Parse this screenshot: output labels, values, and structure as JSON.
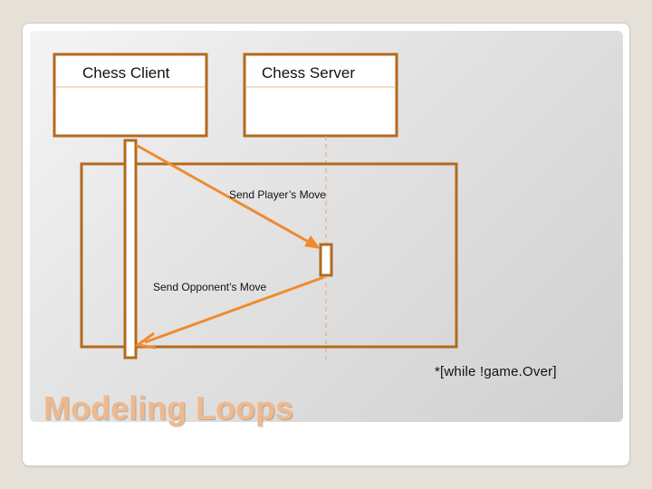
{
  "diagram": {
    "objects": [
      {
        "name": "Chess Client"
      },
      {
        "name": "Chess Server"
      }
    ],
    "messages": [
      {
        "label": "Send  Player’s Move",
        "from": "Chess Client",
        "to": "Chess Server"
      },
      {
        "label": "Send Opponent’s Move",
        "from": "Chess Server",
        "to": "Chess Client"
      }
    ],
    "loop_guard": "*[while !game.Over]"
  },
  "slide": {
    "title": "Modeling Loops"
  },
  "colors": {
    "border": "#b36a1e",
    "arrow": "#f08a2e",
    "lifeline": "#e8a070",
    "background": "#e6e1d8",
    "title": "#f0b98c"
  }
}
